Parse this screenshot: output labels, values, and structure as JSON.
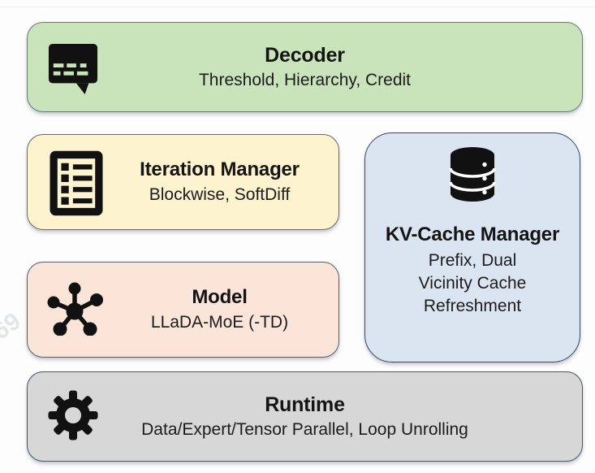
{
  "figure": {
    "background_color": "#fdfdfd",
    "boxes": {
      "decoder": {
        "title": "Decoder",
        "subtitle": "Threshold, Hierarchy, Credit",
        "fill": "#c9e4ba",
        "border": "#5f7f7d",
        "icon": "speech-bubble-subtitles-icon"
      },
      "iteration_manager": {
        "title": "Iteration Manager",
        "subtitle": "Blockwise, SoftDiff",
        "fill": "#fdf3cf",
        "border": "#6a6a62",
        "icon": "checklist-document-icon"
      },
      "model": {
        "title": "Model",
        "subtitle": "LLaDA-MoE (-TD)",
        "fill": "#fbe5d8",
        "border": "#565d6b",
        "icon": "network-hub-icon"
      },
      "kv_cache_manager": {
        "title": "KV-Cache Manager",
        "subtitle_lines": [
          "Prefix, Dual",
          "Vicinity Cache",
          "Refreshment"
        ],
        "fill": "#dbe5f2",
        "border": "#35486b",
        "icon": "database-icon"
      },
      "runtime": {
        "title": "Runtime",
        "subtitle": "Data/Expert/Tensor Parallel, Loop Unrolling",
        "fill": "#d8d7d7",
        "border": "#44546a",
        "icon": "gear-icon"
      }
    },
    "watermark_fragments": [
      "69",
      "9"
    ]
  }
}
